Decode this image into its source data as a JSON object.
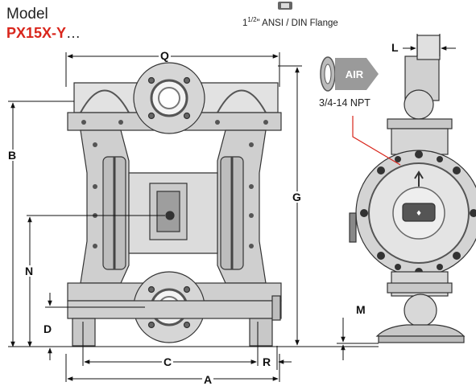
{
  "header": {
    "model_label": "Model",
    "model_number": "PX15X-Y",
    "model_suffix": "…",
    "flange_size": "1",
    "flange_size_frac": "1/2",
    "flange_spec": "\" ANSI / DIN Flange"
  },
  "air_inlet": {
    "badge": "AIR",
    "thread": "3/4-14 NPT"
  },
  "dimensions": {
    "A": "A",
    "B": "B",
    "C": "C",
    "D": "D",
    "G": "G",
    "L": "L",
    "M": "M",
    "N": "N",
    "Q": "Q",
    "R": "R"
  },
  "colors": {
    "title_red": "#d9261c",
    "pump_fill": "#d4d4d4",
    "pump_dark": "#555555",
    "leader_red": "#d9261c",
    "badge_fill": "#9a9a9a"
  }
}
